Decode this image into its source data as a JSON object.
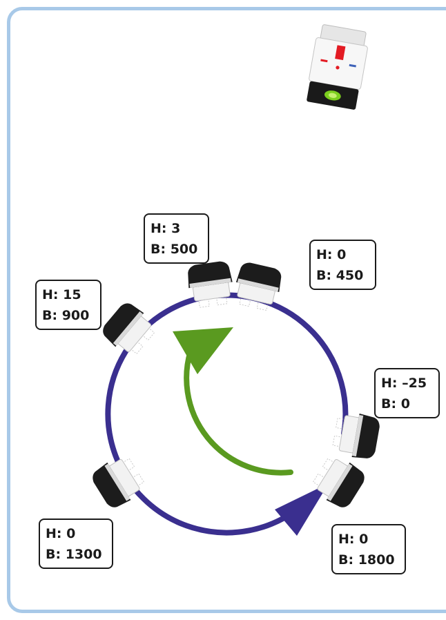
{
  "colors": {
    "frame": "#a8c9e8",
    "outer_path": "#3a2f8f",
    "inner_path": "#5a9a20",
    "module_dark": "#1c1c1c",
    "module_light": "#f2f2f2"
  },
  "icons": {
    "ev3_brick": "ev3-brick-icon",
    "sensor": "ultrasonic-sensor-icon"
  },
  "labels": [
    {
      "h": "H: 3",
      "b": "B: 500"
    },
    {
      "h": "H: 0",
      "b": "B: 450"
    },
    {
      "h": "H: 15",
      "b": "B: 900"
    },
    {
      "h": "H: –25",
      "b": "B: 0"
    },
    {
      "h": "H: 0",
      "b": "B: 1300"
    },
    {
      "h": "H: 0",
      "b": "B: 1800"
    }
  ]
}
